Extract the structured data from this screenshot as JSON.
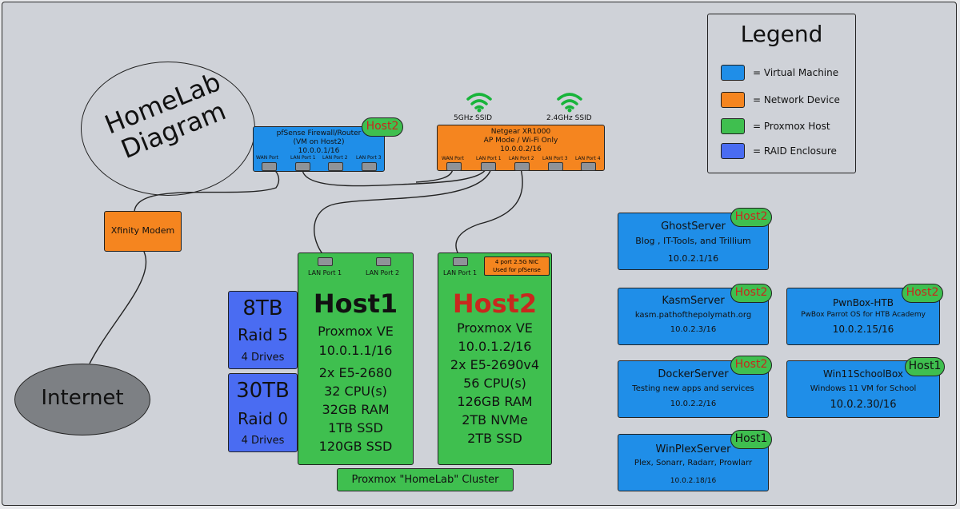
{
  "title": {
    "line1": "HomeLab",
    "line2": "Diagram"
  },
  "legend": {
    "title": "Legend",
    "items": [
      {
        "color": "#1f8ee8",
        "label": "= Virtual Machine"
      },
      {
        "color": "#f5851f",
        "label": "= Network Device"
      },
      {
        "color": "#3fbf4f",
        "label": "= Proxmox Host"
      },
      {
        "color": "#4a6cf2",
        "label": "= RAID Enclosure"
      }
    ]
  },
  "internet": "Internet",
  "modem": "Xfinity Modem",
  "pfsense": {
    "title": "pfSense Firewall/Router",
    "subtitle": "(VM on Host2)",
    "ip": "10.0.0.1/16",
    "badge": "Host2",
    "ports": [
      "WAN Port",
      "LAN Port 1",
      "LAN Port 2",
      "LAN Port 3"
    ]
  },
  "netgear": {
    "title": "Netgear XR1000",
    "subtitle": "AP Mode / Wi-Fi Only",
    "ip": "10.0.0.2/16",
    "ports": [
      "WAN Port",
      "LAN Port 1",
      "LAN Port 2",
      "LAN Port 3",
      "LAN Port 4"
    ],
    "ssid1": "5GHz SSID",
    "ssid2": "2.4GHz SSID"
  },
  "host1": {
    "name": "Host1",
    "ports": [
      "LAN Port 1",
      "LAN Port 2"
    ],
    "lines": [
      "Proxmox VE",
      "10.0.1.1/16",
      "2x E5-2680",
      "32 CPU(s)",
      "32GB RAM",
      "1TB SSD",
      "120GB SSD"
    ]
  },
  "host2": {
    "name": "Host2",
    "ports": [
      "LAN Port 1"
    ],
    "nic_line1": "4 port 2.5G NIC",
    "nic_line2": "Used for pfSense",
    "lines": [
      "Proxmox VE",
      "10.0.1.2/16",
      "2x E5-2690v4",
      "56 CPU(s)",
      "126GB RAM",
      "2TB NVMe",
      "2TB SSD"
    ]
  },
  "raid1": {
    "size": "8TB",
    "level": "Raid 5",
    "drives": "4 Drives"
  },
  "raid2": {
    "size": "30TB",
    "level": "Raid 0",
    "drives": "4 Drives"
  },
  "cluster": "Proxmox \"HomeLab\" Cluster",
  "vms": {
    "ghost": {
      "name": "GhostServer",
      "desc": "Blog , IT-Tools, and Trillium",
      "ip": "10.0.2.1/16",
      "badge": "Host2"
    },
    "kasm": {
      "name": "KasmServer",
      "desc": "kasm.pathofthepolymath.org",
      "ip": "10.0.2.3/16",
      "badge": "Host2"
    },
    "docker": {
      "name": "DockerServer",
      "desc": "Testing new apps and services",
      "ip": "10.0.2.2/16",
      "badge": "Host2"
    },
    "plex": {
      "name": "WinPlexServer",
      "desc": "Plex, Sonarr, Radarr, Prowlarr",
      "ip": "10.0.2.18/16",
      "badge": "Host1"
    },
    "pwnbox": {
      "name": "PwnBox-HTB",
      "desc": "PwBox Parrot OS for HTB Academy",
      "ip": "10.0.2.15/16",
      "badge": "Host2"
    },
    "school": {
      "name": "Win11SchoolBox",
      "desc": "Windows 11 VM for School",
      "ip": "10.0.2.30/16",
      "badge": "Host1"
    }
  }
}
